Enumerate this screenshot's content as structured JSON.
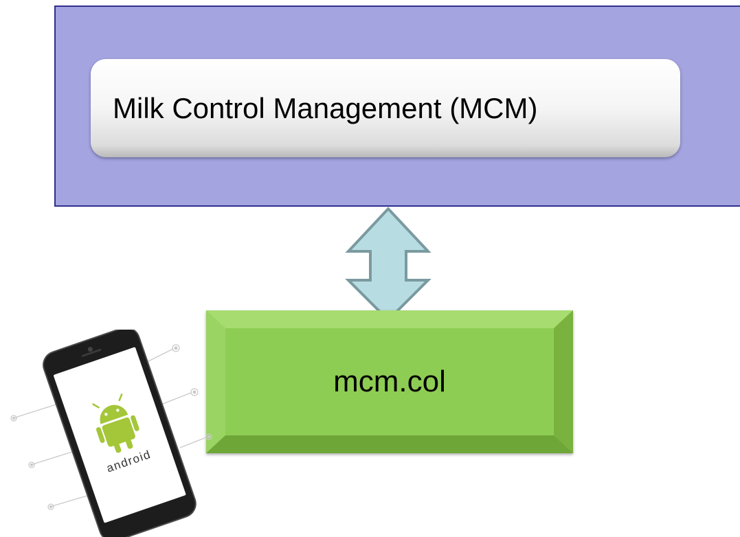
{
  "server": {
    "title": "Milk Control Management (MCM)"
  },
  "collector": {
    "label": "mcm.col"
  },
  "phone": {
    "brand_text": "android",
    "icon": "android-robot-icon"
  },
  "connector": {
    "icon": "double-headed-vertical-arrow-icon"
  },
  "colors": {
    "panel": "#a4a4e0",
    "panel_border": "#2f2f8f",
    "collector": "#8ecd53",
    "arrow_fill": "#b7dde3",
    "arrow_stroke": "#7a9aa0",
    "android_green": "#a4c639"
  }
}
